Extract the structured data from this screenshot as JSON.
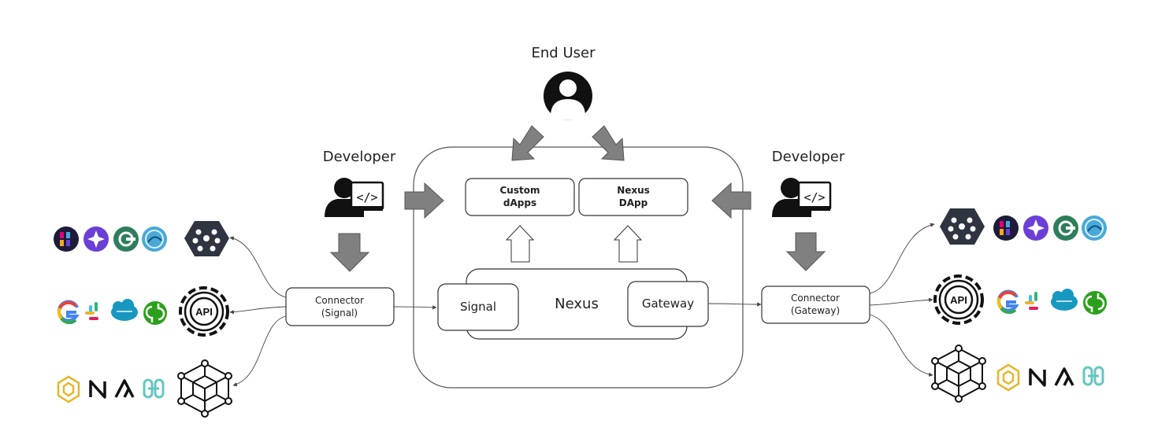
{
  "end_user": {
    "label": "End User"
  },
  "developer_left": {
    "label": "Developer"
  },
  "developer_right": {
    "label": "Developer"
  },
  "dapps": {
    "custom_line1": "Custom",
    "custom_line2": "dApps",
    "nexus_line1": "Nexus",
    "nexus_line2": "DApp"
  },
  "nexus": {
    "label": "Nexus",
    "signal": "Signal",
    "gateway": "Gateway"
  },
  "connector_left": {
    "line1": "Connector",
    "line2": "(Signal)"
  },
  "connector_right": {
    "line1": "Connector",
    "line2": "(Gateway)"
  },
  "api_badge": "API",
  "code_glyph": "</>",
  "colors": {
    "stroke": "#333333",
    "arrow_fill": "#808080",
    "hub_dark": "#2e3440",
    "purple": "#6b3fd6",
    "green": "#2e7d5b",
    "sky": "#4aa8d8",
    "qb_green": "#2ca01c",
    "salesforce": "#1798c1",
    "bnb": "#e8b62b",
    "hedera": "#63c7c0"
  },
  "icons": [
    "user-icon",
    "developer-icon",
    "code-screen-icon",
    "hub-icon",
    "api-gear-icon",
    "cube-network-icon",
    "polkadot-icon",
    "starknet-icon",
    "cardano-icon",
    "kite-icon",
    "google-icon",
    "slack-icon",
    "salesforce-icon",
    "quickbooks-icon",
    "bnb-icon",
    "near-icon",
    "arbitrum-icon",
    "hedera-icon"
  ]
}
